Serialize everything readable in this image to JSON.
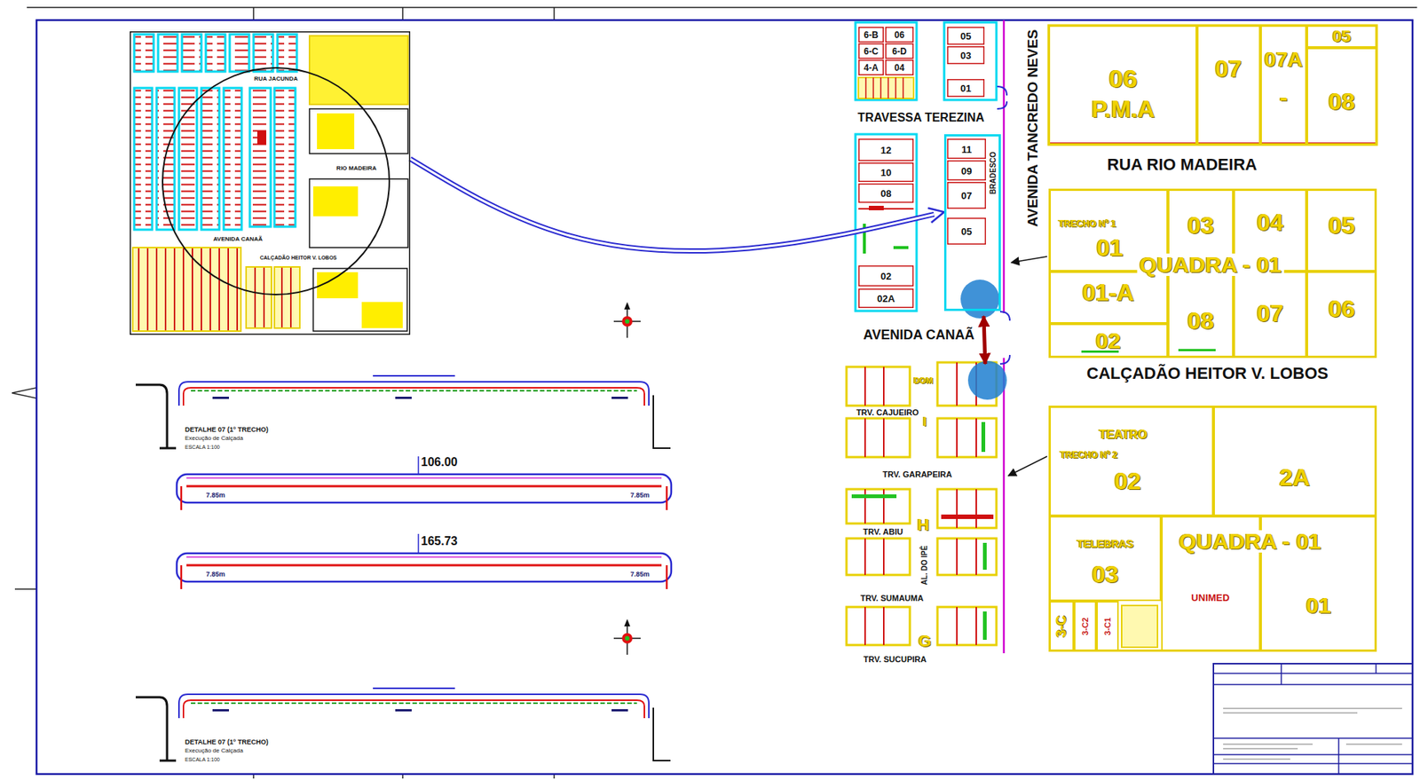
{
  "diagram": {
    "nodes": [
      {
        "text": [
          "RUA JACUNDA",
          "AVENIDA CANAÃ",
          "RIO MADEIRA",
          "CALÇADÃO HEITOR V. LOBOS"
        ]
      },
      {
        "text": [
          "6-B"
        ]
      },
      {
        "text": [
          "06"
        ]
      },
      {
        "text": [
          "6-C"
        ]
      },
      {
        "text": [
          "6-D"
        ]
      },
      {
        "text": [
          "4-A"
        ]
      },
      {
        "text": [
          "04"
        ]
      },
      {
        "text": [
          "05"
        ]
      },
      {
        "text": [
          "03"
        ]
      },
      {
        "text": [
          "01"
        ]
      },
      {
        "text": [
          "12"
        ]
      },
      {
        "text": [
          "10"
        ]
      },
      {
        "text": [
          "08"
        ]
      },
      {
        "text": [
          "02"
        ]
      },
      {
        "text": [
          "02A"
        ]
      },
      {
        "text": [
          "BRADESCO"
        ]
      },
      {
        "text": [
          "11"
        ],
        "in": 15
      },
      {
        "text": [
          "09"
        ],
        "in": 15
      },
      {
        "text": [
          "07"
        ],
        "in": 15
      },
      {
        "text": [
          "05"
        ],
        "in": 15
      },
      {
        "text": [
          "06",
          "P.M.A"
        ]
      },
      {
        "text": [
          "07"
        ]
      },
      {
        "text": [
          "07A",
          "-"
        ]
      },
      {
        "text": [
          "05"
        ]
      },
      {
        "text": [
          "08"
        ]
      },
      {
        "text": [
          "QUADRA - 01"
        ]
      },
      {
        "text": [
          "TRECHO Nº 1",
          "01"
        ],
        "in": 25
      },
      {
        "text": [
          "03"
        ],
        "in": 25
      },
      {
        "text": [
          "04"
        ],
        "in": 25
      },
      {
        "text": [
          "05"
        ],
        "in": 25
      },
      {
        "text": [
          "01-A"
        ],
        "in": 25
      },
      {
        "text": [
          "02"
        ],
        "in": 25
      },
      {
        "text": [
          "08"
        ],
        "in": 25
      },
      {
        "text": [
          "07"
        ],
        "in": 25
      },
      {
        "text": [
          "06"
        ],
        "in": 25
      },
      {
        "text": [
          "QUADRA - 01"
        ]
      },
      {
        "text": [
          "TEATRO",
          "TRECHO Nº 2",
          "02"
        ],
        "in": 35
      },
      {
        "text": [
          "2A"
        ],
        "in": 35
      },
      {
        "text": [
          "TELEBRAS",
          "03"
        ],
        "in": 35
      },
      {
        "text": [
          "3-C"
        ],
        "in": 35
      },
      {
        "text": [
          "3-C2"
        ],
        "in": 35
      },
      {
        "text": [
          "3-C1"
        ],
        "in": 35
      },
      {
        "text": [
          "UNIMED"
        ],
        "in": 35
      },
      {
        "text": [
          "01"
        ],
        "in": 35
      }
    ],
    "edges": [
      {
        "from": 0,
        "to": 15,
        "arrow": "to"
      }
    ],
    "labels": [
      "TRAVESSA TEREZINA",
      "AVENIDA TANCREDO NEVES",
      "AVENIDA CANAÃ",
      "RUA RIO MADEIRA",
      "CALÇADÃO HEITOR V. LOBOS",
      "DOM",
      "TRV. CAJUEIRO",
      "I",
      "TRV. GARAPEIRA",
      "H",
      "TRV. ABIU",
      "AL. DO IPÊ",
      "TRV. SUMAUMA",
      "G",
      "TRV. SUCUPIRA",
      "106.00",
      "7.85m",
      "7.85m",
      "165.73",
      "7.85m",
      "7.85m",
      "DETALHE 07 (1º TRECHO)",
      "Execução de Calçada",
      "ESCALA 1:100",
      "DETALHE 07 (1º TRECHO)",
      "Execução de Calçada",
      "ESCALA 1:100"
    ]
  }
}
